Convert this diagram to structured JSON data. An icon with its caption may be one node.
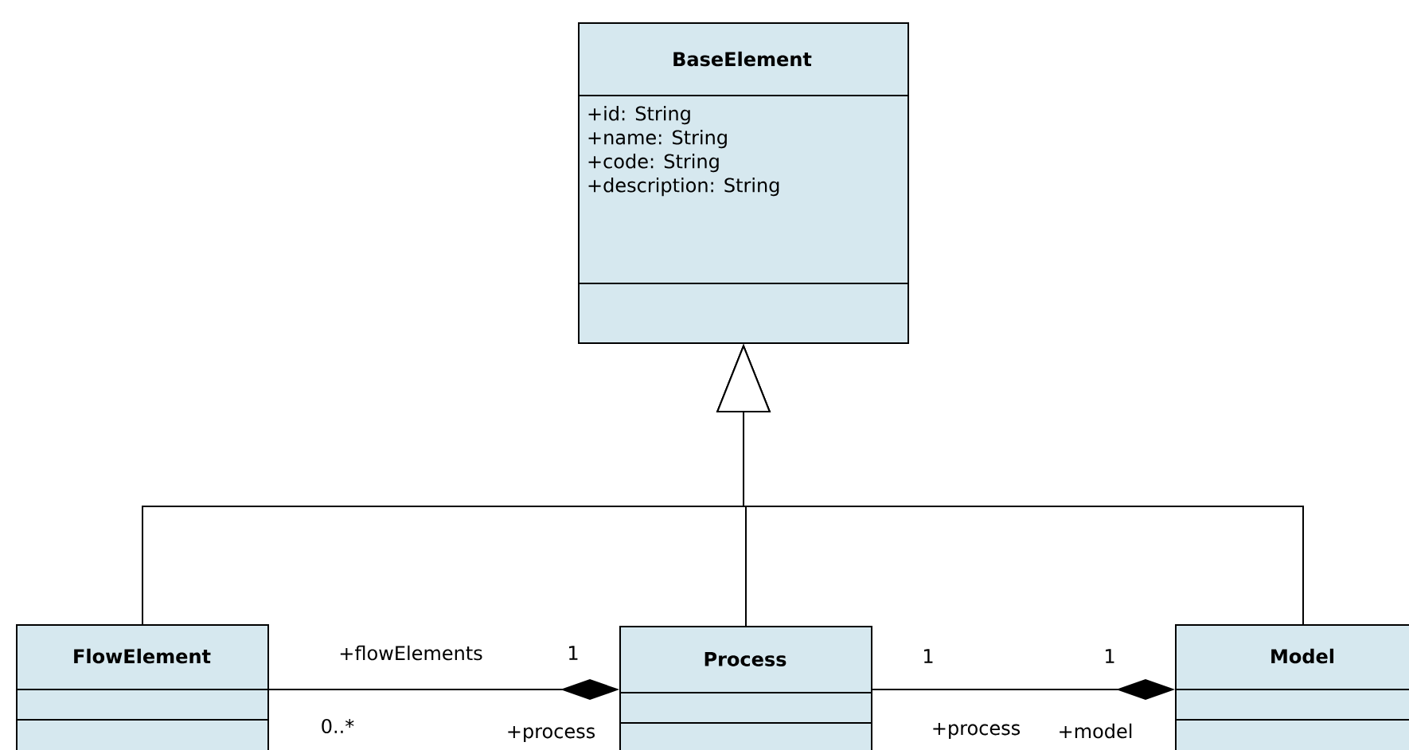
{
  "diagram": {
    "nodes": [
      {
        "text": [
          "BaseElement",
          "+id: String",
          "+name: String",
          "+code: String",
          "+description: String"
        ]
      },
      {
        "text": [
          "FlowElement"
        ]
      },
      {
        "text": [
          "Process"
        ]
      },
      {
        "text": [
          "Model"
        ]
      }
    ],
    "edges": [
      {
        "from": 1,
        "to": 0,
        "arrow": "to"
      },
      {
        "from": 2,
        "to": 0,
        "arrow": "to"
      },
      {
        "from": 3,
        "to": 0,
        "arrow": "to"
      },
      {
        "from": 1,
        "to": 2,
        "arrow": "other"
      },
      {
        "from": 2,
        "to": 3,
        "arrow": "other"
      }
    ],
    "labels": [
      "+flowElements",
      "1",
      "1",
      "1",
      "0..*",
      "+process",
      "+process",
      "+model"
    ]
  }
}
